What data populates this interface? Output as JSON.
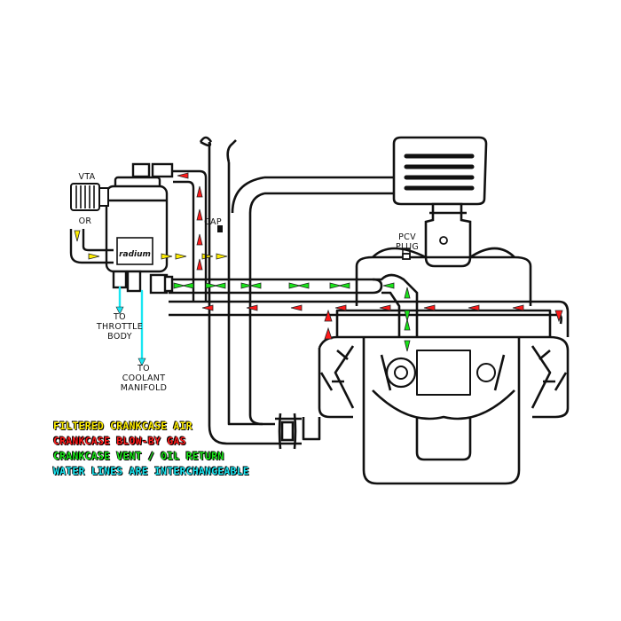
{
  "labels": {
    "vta": "VTA",
    "or": "OR",
    "cap": "CAP",
    "pcv_line1": "PCV",
    "pcv_line2": "PLUG",
    "throttle_line1": "TO",
    "throttle_line2": "THROTTLE",
    "throttle_line3": "BODY",
    "coolant_line1": "TO",
    "coolant_line2": "COOLANT",
    "coolant_line3": "MANIFOLD",
    "brand": "radium"
  },
  "legend": [
    {
      "text": "FILTERED CRANKCASE AIR",
      "color": "#ffee00"
    },
    {
      "text": "CRANKCASE BLOW-BY GAS",
      "color": "#ff1a1a"
    },
    {
      "text": "CRANKCASE VENT / OIL RETURN",
      "color": "#19e619"
    },
    {
      "text": "WATER LINES ARE INTERCHANGEABLE",
      "color": "#19e6f2"
    }
  ],
  "colors": {
    "filtered_air": "#ffee00",
    "blow_by": "#ff1a1a",
    "vent_return": "#19e619",
    "water": "#19e6f2",
    "outline": "#111111"
  }
}
